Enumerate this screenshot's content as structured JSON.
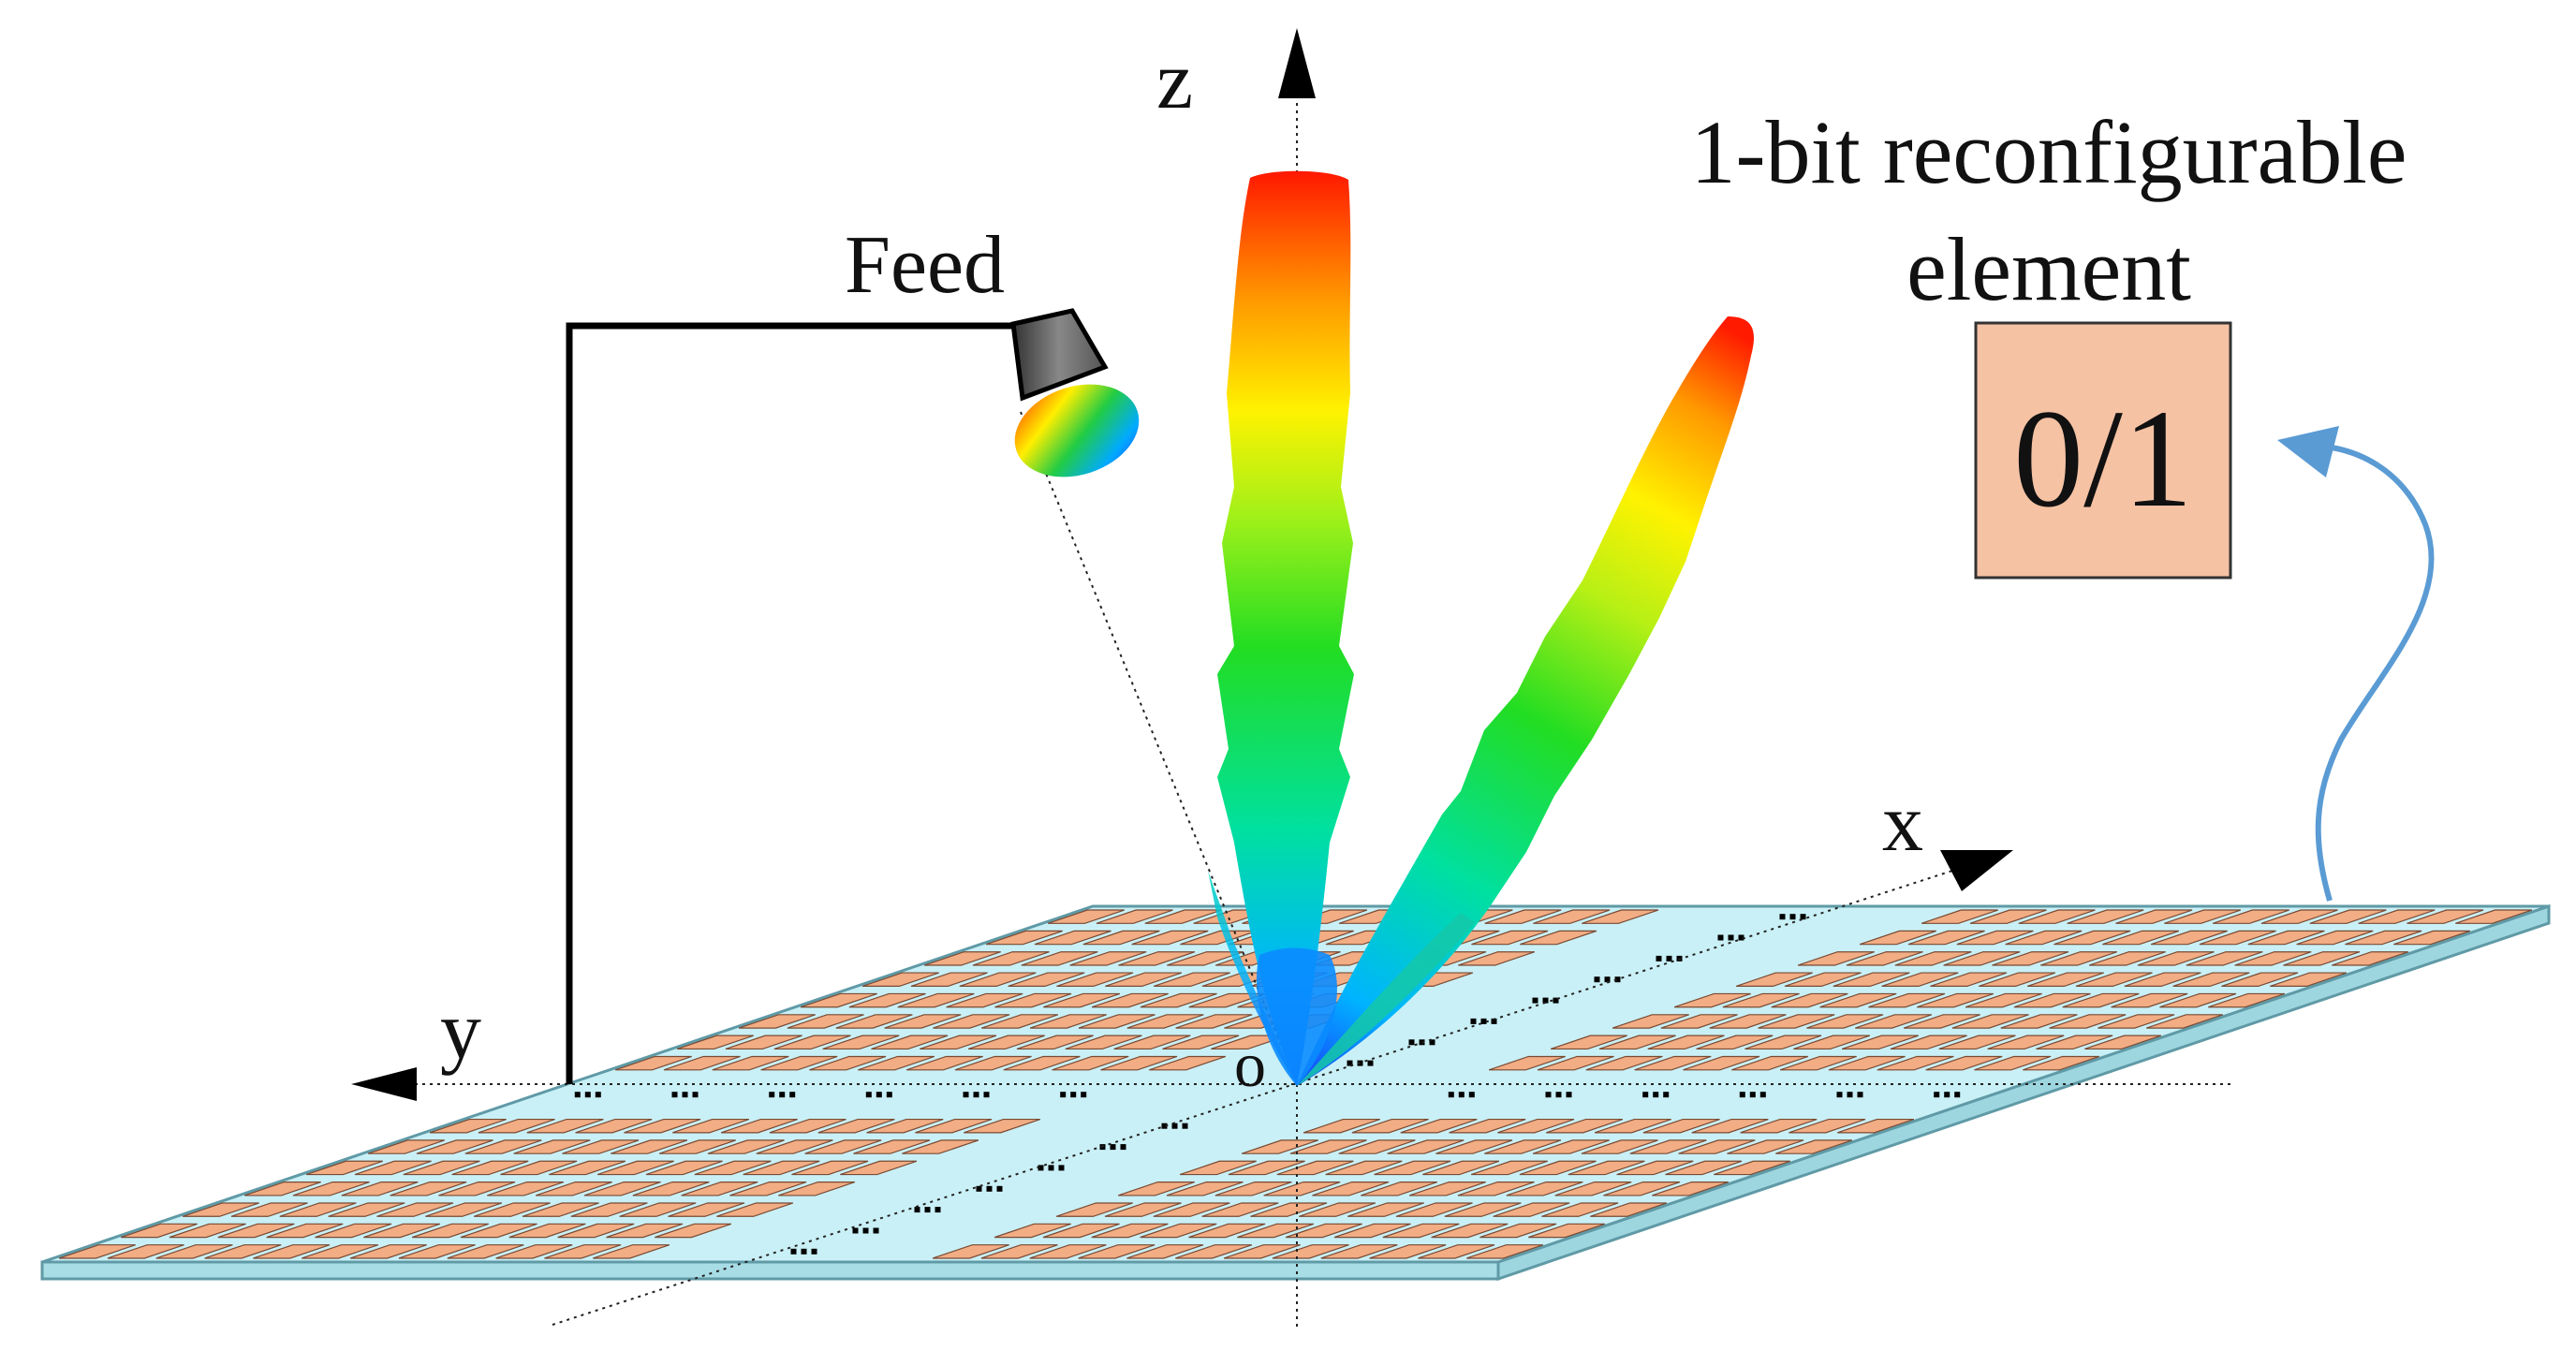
{
  "labels": {
    "z_axis": "z",
    "x_axis": "x",
    "y_axis": "y",
    "origin": "o",
    "feed": "Feed",
    "element_title_line1": "1-bit reconfigurable",
    "element_title_line2": "element",
    "element_state": "0/1"
  },
  "colors": {
    "patch": "#f2ad84",
    "substrate_top": "#c9f0f6",
    "substrate_edge": "#7fb8c4",
    "element_box": "#f5c2a4",
    "arrow_curve": "#5a9bd4",
    "beam_peak": "#ff1a00",
    "beam_mid": "#ffee00",
    "beam_low": "#22cc22",
    "beam_base": "#0066ff"
  },
  "icons": {
    "feed": "horn-antenna-icon",
    "feed_pattern": "feed-radiation-pattern-icon"
  }
}
